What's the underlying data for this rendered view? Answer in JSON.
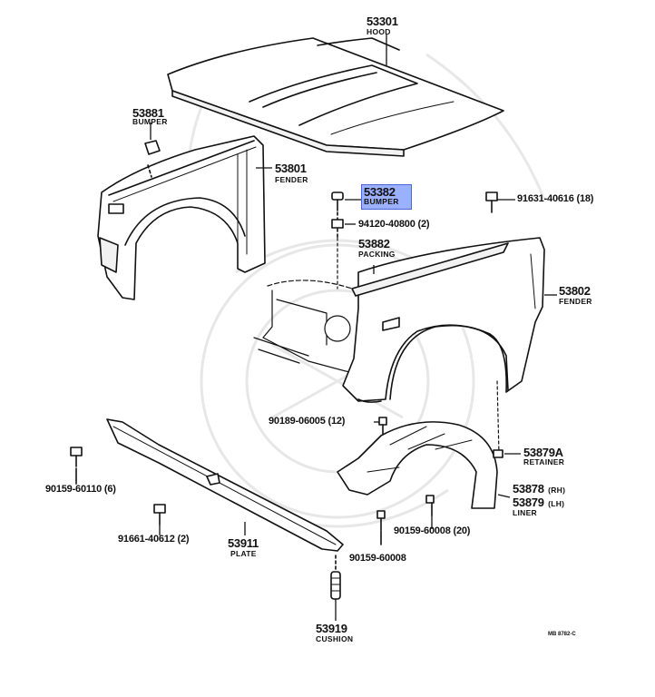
{
  "parts": {
    "hood": {
      "number": "53301",
      "name": "HOOD"
    },
    "bumper_l": {
      "number": "53881",
      "name": "BUMPER"
    },
    "fender_l": {
      "number": "53801",
      "name": "FENDER"
    },
    "bumper_sel": {
      "number": "53382",
      "name": "BUMPER"
    },
    "bolt_top": {
      "number": "91631-40616",
      "qty": "(18)"
    },
    "nut_84120": {
      "number": "94120-40800",
      "qty": "(2)"
    },
    "packing": {
      "number": "53882",
      "name": "PACKING"
    },
    "fender_r": {
      "number": "53802",
      "name": "FENDER"
    },
    "screw_90189": {
      "number": "90189-06005",
      "qty": "(12)"
    },
    "retainer": {
      "number": "53879A",
      "name": "RETAINER"
    },
    "bolt_90159a": {
      "number": "90159-60110",
      "qty": "(6)"
    },
    "liner_rh": {
      "number": "53878",
      "side": "(RH)"
    },
    "liner_lh": {
      "number": "53879",
      "side": "(LH)",
      "name": "LINER"
    },
    "bolt_91661": {
      "number": "91661-40612",
      "qty": "(2)"
    },
    "plate": {
      "number": "53911",
      "name": "PLATE"
    },
    "bolt_60008a": {
      "number": "90159-60008",
      "qty": "(20)"
    },
    "bolt_60008b": {
      "number": "90159-60008"
    },
    "cushion": {
      "number": "53919",
      "name": "CUSHION"
    }
  },
  "diagram_code": "MB 8782-C",
  "colors": {
    "line": "#111111",
    "highlight": "#9bb0ff",
    "watermark": "#dcdcdc"
  }
}
